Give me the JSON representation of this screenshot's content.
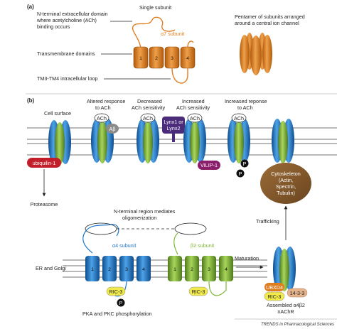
{
  "panel_a": {
    "label": "(a)",
    "single_subunit": "Single subunit",
    "n_terminal_line1": "N-terminal extracellular domain",
    "n_terminal_line2": "where acetylcholine (ACh)",
    "n_terminal_line3": "binding occurs",
    "alpha7_subunit": "α7 subunit",
    "transmembrane": "Transmembrane domains",
    "loop": "TM3-TM4 intracellular loop",
    "pentamer_line1": "Pentamer of subunits arranged",
    "pentamer_line2": "around a central ion channel",
    "helices": [
      "1",
      "2",
      "3",
      "4"
    ]
  },
  "panel_b": {
    "label": "(b)",
    "cell_surface": "Cell surface",
    "effects": [
      {
        "line1": "Altered response",
        "line2": "to ACh"
      },
      {
        "line1": "Decreased",
        "line2": "ACh sensitivity"
      },
      {
        "line1": "Increased",
        "line2": "ACh sensitivity"
      },
      {
        "line1": "Increased reponse",
        "line2": "to ACh"
      }
    ],
    "ach": "ACh",
    "abeta": "Aβ",
    "lynx_line1": "Lynx1 or",
    "lynx_line2": "Lynx2",
    "ubiquilin": "ubiquilin-1",
    "vilip": "VILIP-1",
    "p": "P",
    "proteasome": "Proteasome",
    "cytoskeleton": {
      "line1": "Cytoskeleton",
      "line2": "(Actin,",
      "line3": "Spectrin,",
      "line4": "Tubulin)"
    },
    "n_term_mediates_line1": "N-terminal region mediates",
    "n_term_mediates_line2": "oligomerization",
    "trafficking": "Trafficking",
    "er_golgi": "ER and Golgi",
    "alpha4_subunit": "α4 subunit",
    "beta2_subunit": "β2 subunit",
    "maturation": "Maturation",
    "ric3": "RIC-3",
    "ubxd4": "UBXD4",
    "p1433": "14-3-3",
    "pka_pkc": "PKA and PKC phosphorylation",
    "assembled_line1": "Assembled α4β2",
    "assembled_line2": "nAChR",
    "helices": [
      "1",
      "2",
      "3",
      "4"
    ]
  },
  "footer": "TRENDS in Pharmacological Sciences",
  "colors": {
    "orange": "#e07e1f",
    "orange_dark": "#b05a0c",
    "blue": "#1b76c6",
    "blue_dark": "#0d4c8c",
    "green": "#7eb533",
    "green_dark": "#4f7a1b",
    "ubiquilin": "#c21d2a",
    "vilip": "#8b1e6a",
    "lynx": "#4b2c7a",
    "cytoskeleton": "#7a5226",
    "ric3": "#f1ea4d",
    "ubxd4": "#e07e1f",
    "p1433": "#e5b48e",
    "abeta": "#8a8a8a",
    "phospho": "#111111"
  }
}
